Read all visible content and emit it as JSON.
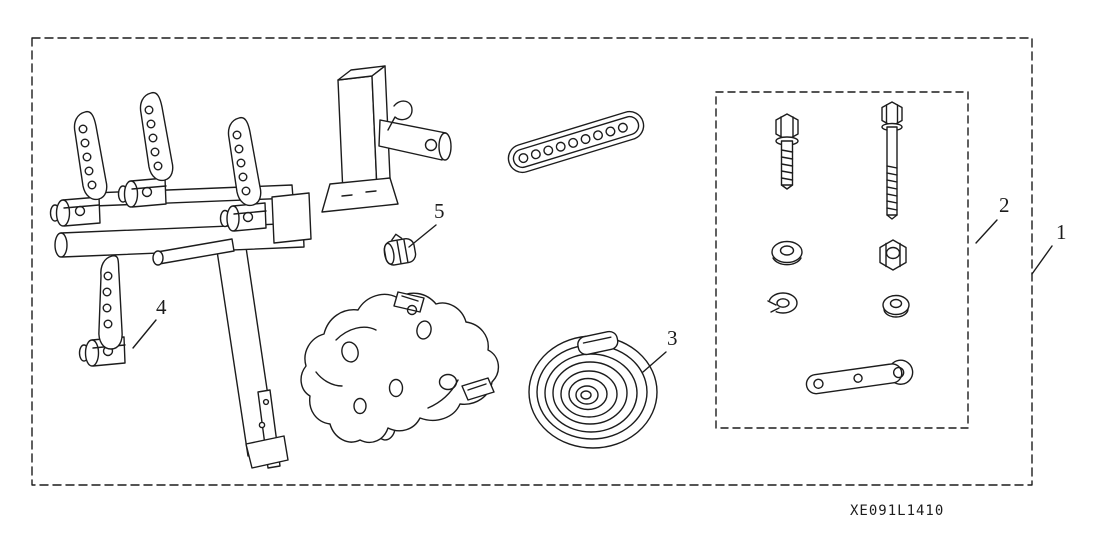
{
  "colors": {
    "line": "#1c1c1c",
    "background": "#ffffff"
  },
  "callouts": {
    "c1": "1",
    "c2": "2",
    "c3": "3",
    "c4": "4",
    "c5": "5"
  },
  "part_code": "XE091L1410"
}
